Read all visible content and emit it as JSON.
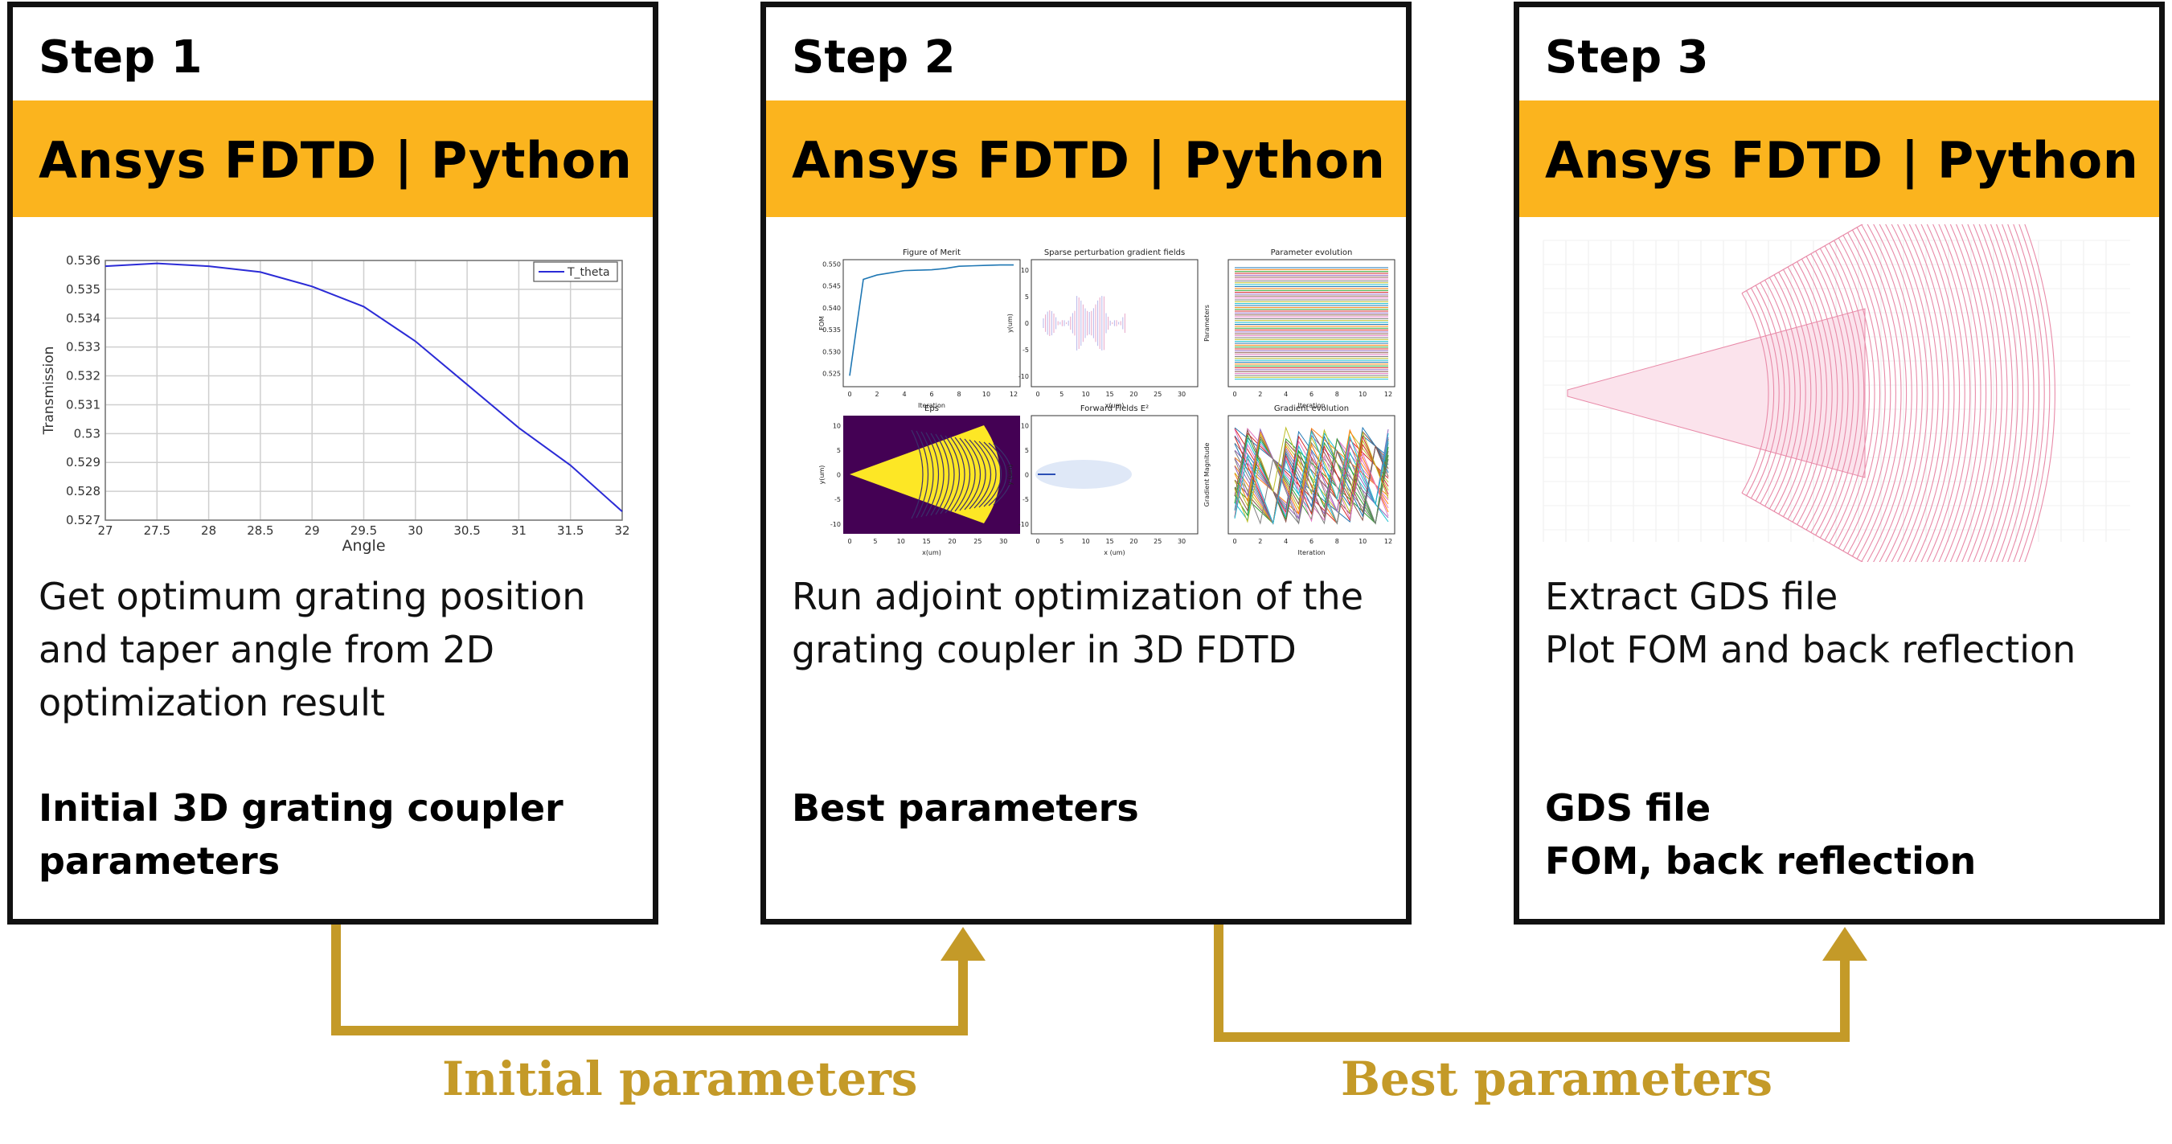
{
  "colors": {
    "accent": "#fbb41e",
    "arrow": "#c49a28",
    "border": "#111111"
  },
  "steps": [
    {
      "title": "Step 1",
      "banner": "Ansys FDTD | Python",
      "description": [
        "Get optimum grating position",
        "and taper angle from 2D",
        "optimization result"
      ],
      "result": [
        "Initial 3D grating coupler",
        "parameters"
      ]
    },
    {
      "title": "Step 2",
      "banner": "Ansys FDTD | Python",
      "description": [
        "Run adjoint optimization of the",
        "grating coupler in 3D FDTD"
      ],
      "result": [
        "Best parameters"
      ]
    },
    {
      "title": "Step 3",
      "banner": "Ansys FDTD | Python",
      "description": [
        "Extract GDS file",
        "Plot FOM and back reflection"
      ],
      "result": [
        "GDS file",
        "FOM, back reflection"
      ]
    }
  ],
  "flows": [
    {
      "label": "Initial parameters",
      "from": "step1",
      "to": "step2"
    },
    {
      "label": "Best parameters",
      "from": "step2",
      "to": "step3"
    }
  ],
  "chart_data": [
    {
      "type": "line",
      "title": "",
      "xlabel": "Angle",
      "ylabel": "Transmission",
      "legend": "top-right",
      "grid": true,
      "xlim": [
        27,
        32
      ],
      "ylim": [
        0.527,
        0.536
      ],
      "x_ticks": [
        "27",
        "27.5",
        "28",
        "28.5",
        "29",
        "29.5",
        "30",
        "30.5",
        "31",
        "31.5",
        "32"
      ],
      "y_ticks": [
        "0.527",
        "0.528",
        "0.529",
        "0.53",
        "0.531",
        "0.532",
        "0.533",
        "0.534",
        "0.535",
        "0.536"
      ],
      "series": [
        {
          "name": "T_theta",
          "color": "#2b2bd6",
          "x": [
            27,
            27.5,
            28,
            28.5,
            29,
            29.5,
            30,
            30.5,
            31,
            31.5,
            32
          ],
          "y": [
            0.5358,
            0.5359,
            0.5358,
            0.5356,
            0.5351,
            0.5344,
            0.5332,
            0.5317,
            0.5302,
            0.5289,
            0.5273
          ]
        }
      ]
    },
    {
      "type": "line",
      "title": "Figure of Merit",
      "xlabel": "Iteration",
      "ylabel": "FOM",
      "xlim": [
        0,
        12
      ],
      "ylim": [
        0.522,
        0.551
      ],
      "x_ticks": [
        "0",
        "2",
        "4",
        "6",
        "8",
        "10",
        "12"
      ],
      "y_ticks": [
        "0.525",
        "0.530",
        "0.535",
        "0.540",
        "0.545",
        "0.550"
      ],
      "series": [
        {
          "color": "#1f77b4",
          "x": [
            0,
            1,
            2,
            3,
            4,
            5,
            6,
            7,
            8,
            9,
            10,
            11,
            12
          ],
          "y": [
            0.5245,
            0.5465,
            0.5475,
            0.548,
            0.5485,
            0.5486,
            0.5487,
            0.549,
            0.5495,
            0.5496,
            0.5497,
            0.5498,
            0.5498
          ]
        }
      ]
    }
  ],
  "mini_plots": {
    "sparse": {
      "title": "Sparse perturbation gradient fields",
      "xlabel": "x(um)",
      "ylabel": "y(um)"
    },
    "param": {
      "title": "Parameter evolution",
      "xlabel": "Iteration",
      "ylabel": "Parameters"
    },
    "eps": {
      "title": "Eps",
      "xlabel": "x(um)",
      "ylabel": "y(um)"
    },
    "forward": {
      "title": "Forward Fields E²",
      "xlabel": "x (um)",
      "ylabel": "y (um)"
    },
    "gradient": {
      "title": "Gradient evolution",
      "xlabel": "Iteration",
      "ylabel": "Gradient Magnitude"
    }
  }
}
